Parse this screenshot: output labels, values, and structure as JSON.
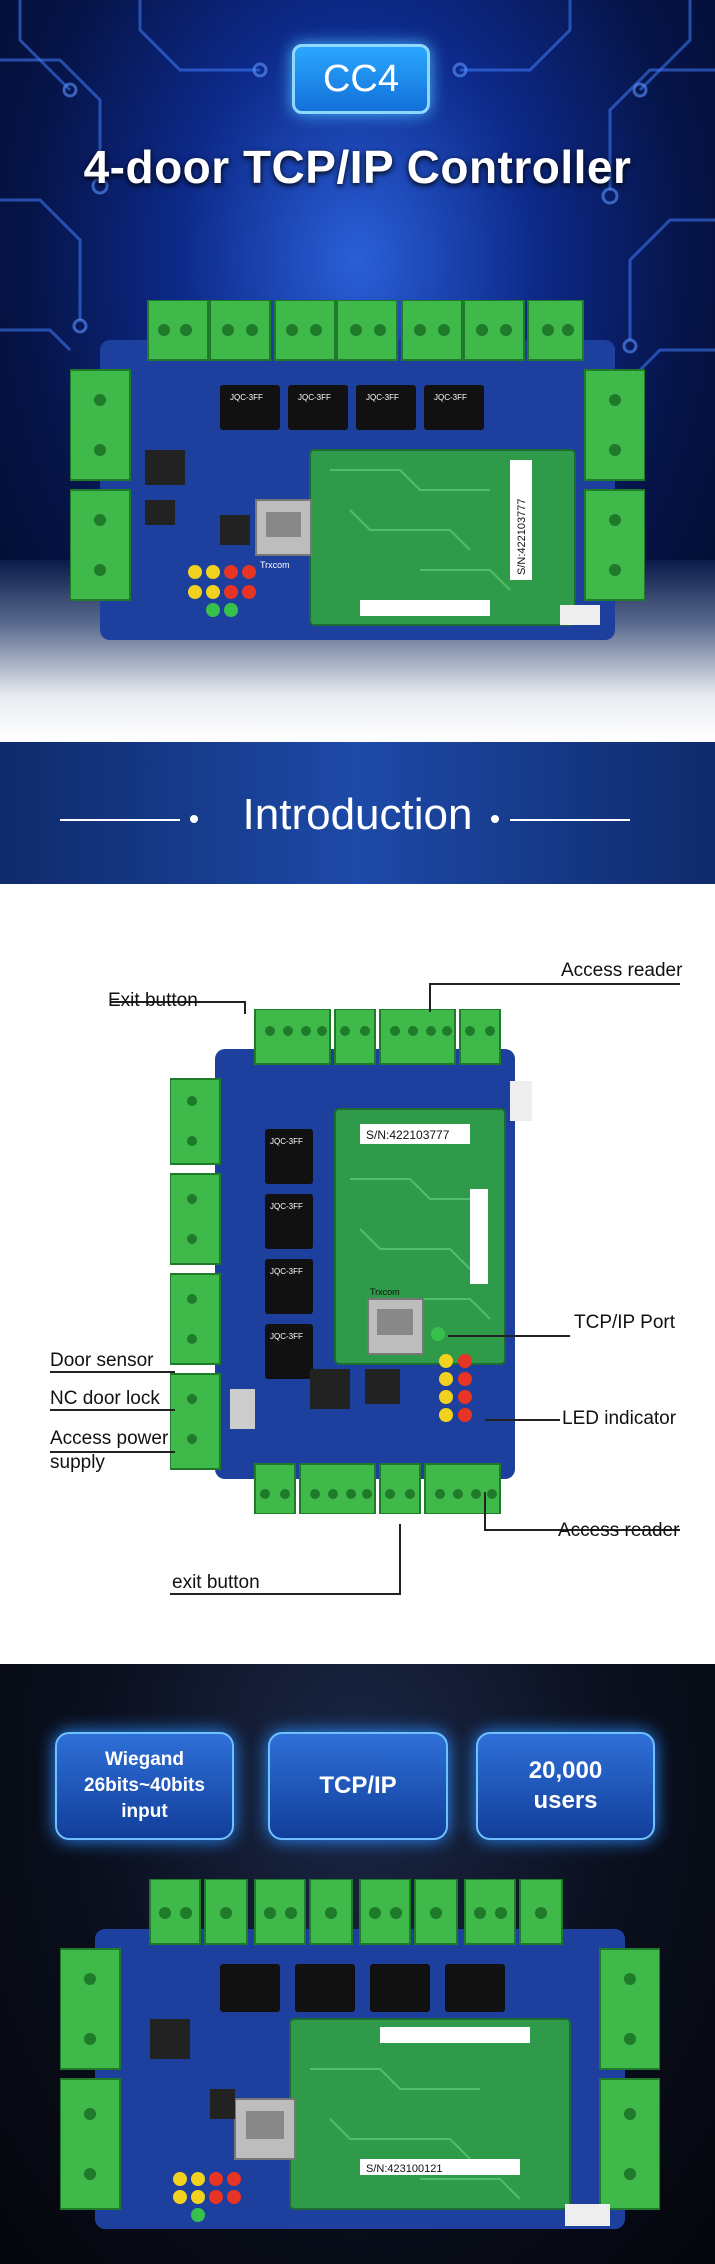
{
  "hero": {
    "badge": "CC4",
    "title": "4-door TCP/IP Controller"
  },
  "board_labels": {
    "relay": "JQC-3FF",
    "jack_brand": "Trxcom",
    "serial_top": "S/N:422103777",
    "serial_bottom": "S/N:422103777",
    "serial_feature": "S/N:423100121"
  },
  "intro": {
    "title": "Introduction"
  },
  "diagram": {
    "callouts": {
      "exit_button_top": "Exit button",
      "access_reader_top": "Access reader",
      "tcp_ip_port": "TCP/IP Port",
      "door_sensor": "Door sensor",
      "nc_door_lock": "NC door lock",
      "access_power_line1": "Access power",
      "access_power_line2": "supply",
      "led_indicator": "LED indicator",
      "access_reader_bottom": "Access reader",
      "exit_button_bottom": "exit button"
    }
  },
  "features": {
    "items": [
      {
        "label": "Wiegand\n26bits~40bits\ninput"
      },
      {
        "label": "TCP/IP"
      },
      {
        "label": "20,000\nusers"
      }
    ]
  },
  "colors": {
    "board_blue": "#1d3f9e",
    "terminal_green": "#3fb94a",
    "pcb_green": "#2f9a4a",
    "badge_blue": "#1f8cf0"
  }
}
